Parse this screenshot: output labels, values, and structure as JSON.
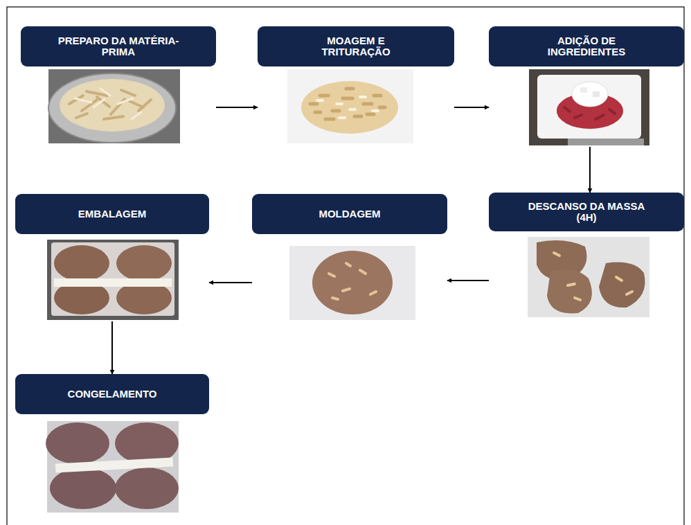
{
  "diagram": {
    "nodes": [
      {
        "text": [
          "PREPARO DA MATÉRIA-PRIMA"
        ]
      },
      {
        "text": [
          "MOAGEM E TRITURAÇÃO"
        ]
      },
      {
        "text": [
          "ADIÇÃO DE INGREDIENTES"
        ]
      },
      {
        "text": [
          "DESCANSO DA MASSA (4H)"
        ]
      },
      {
        "text": [
          "MOLDAGEM"
        ]
      },
      {
        "text": [
          "EMBALAGEM"
        ]
      },
      {
        "text": [
          "CONGELAMENTO"
        ]
      }
    ],
    "edges": [
      {
        "from": 0,
        "to": 1,
        "arrow": "to"
      },
      {
        "from": 1,
        "to": 2,
        "arrow": "to"
      },
      {
        "from": 2,
        "to": 3,
        "arrow": "to"
      },
      {
        "from": 3,
        "to": 4,
        "arrow": "to"
      },
      {
        "from": 4,
        "to": 5,
        "arrow": "to"
      },
      {
        "from": 5,
        "to": 6,
        "arrow": "to"
      }
    ]
  }
}
